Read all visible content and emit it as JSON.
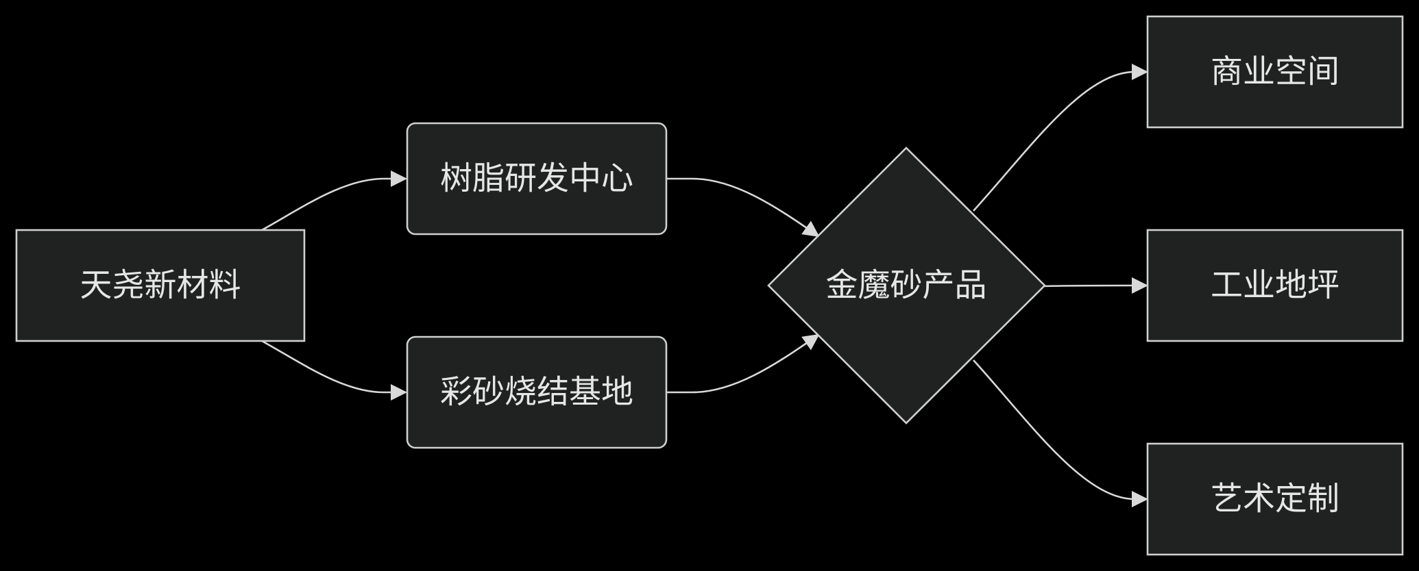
{
  "diagram": {
    "colors": {
      "background": "#000000",
      "node_fill": "#202221",
      "node_stroke": "#d0d0d0",
      "edge": "#d9d9d9",
      "text": "#e6e6e6"
    },
    "nodes": {
      "source": {
        "label": "天尧新材料",
        "shape": "rectangle"
      },
      "resin_center": {
        "label": "树脂研发中心",
        "shape": "rounded-rectangle"
      },
      "sand_base": {
        "label": "彩砂烧结基地",
        "shape": "rounded-rectangle"
      },
      "product": {
        "label": "金魔砂产品",
        "shape": "diamond"
      },
      "commercial": {
        "label": "商业空间",
        "shape": "rectangle"
      },
      "industrial": {
        "label": "工业地坪",
        "shape": "rectangle"
      },
      "art": {
        "label": "艺术定制",
        "shape": "rectangle"
      }
    },
    "edges": [
      {
        "from": "天尧新材料",
        "to": "树脂研发中心"
      },
      {
        "from": "天尧新材料",
        "to": "彩砂烧结基地"
      },
      {
        "from": "树脂研发中心",
        "to": "金魔砂产品"
      },
      {
        "from": "彩砂烧结基地",
        "to": "金魔砂产品"
      },
      {
        "from": "金魔砂产品",
        "to": "商业空间"
      },
      {
        "from": "金魔砂产品",
        "to": "工业地坪"
      },
      {
        "from": "金魔砂产品",
        "to": "艺术定制"
      }
    ]
  }
}
